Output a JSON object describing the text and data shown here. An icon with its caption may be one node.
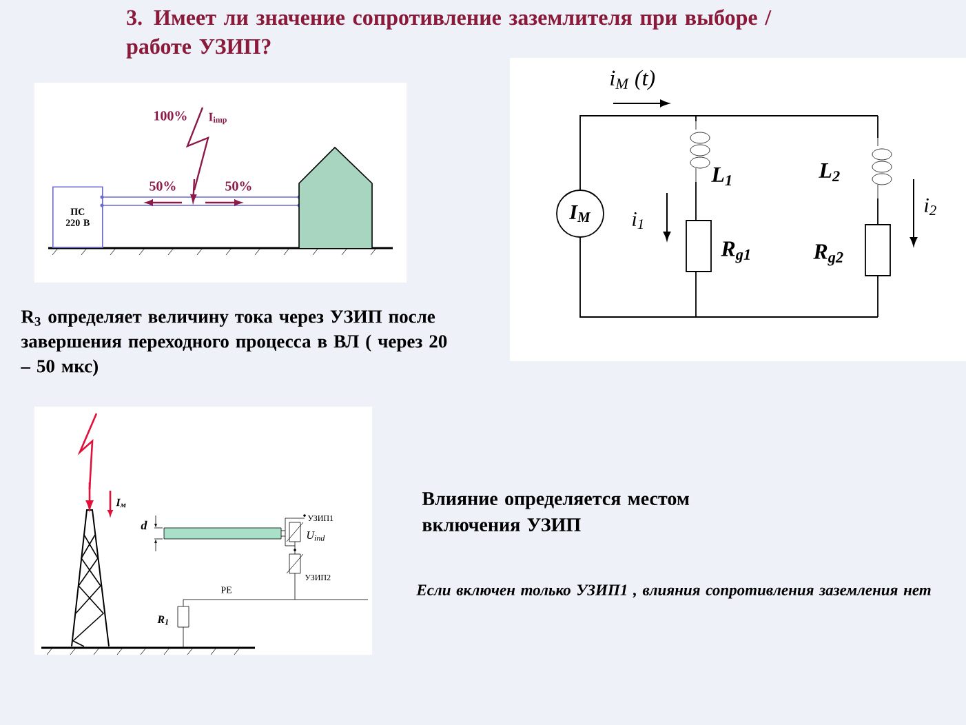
{
  "diagram": {
    "title": "3.  Имеет ли значение сопротивление заземлителя при выборе / работе УЗИП?",
    "nodes": [
      {
        "text": [
          "ПС 220 В"
        ]
      },
      {
        "text": [
          "I$_{M}$"
        ]
      }
    ],
    "labels": [
      "100%",
      "I$_{imp}$",
      "50%",
      "50%",
      "i$_{M}$ (t)",
      "L$_{1}$",
      "L$_{2}$",
      "i$_{1}$",
      "R$_{g1}$",
      "R$_{g2}$",
      "i$_{2}$",
      "R$_{3}$ определяет величину тока  через УЗИП после завершения переходного процесса  в ВЛ ( через 20 – 50 мкс)",
      "I$_{м}$",
      "d",
      "УЗИП1",
      "U$_{ind}$",
      "УЗИП2",
      "PE",
      "R$_{1}$",
      "Влияние определяется местом включения УЗИП",
      "Если включен только УЗИП1 , влияния сопротивления заземления нет"
    ]
  }
}
